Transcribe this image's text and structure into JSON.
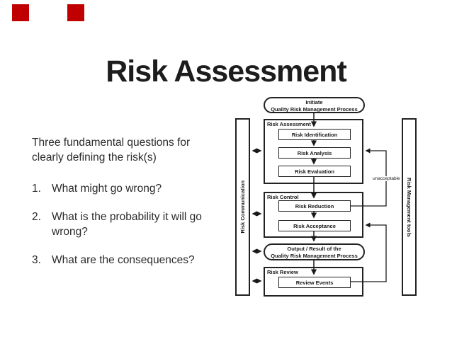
{
  "slide": {
    "title": "Risk Assessment",
    "intro": "Three fundamental questions for clearly defining the risk(s)",
    "questions": [
      {
        "num": "1.",
        "text": "What might go wrong?"
      },
      {
        "num": "2.",
        "text": "What is the probability it will go wrong?"
      },
      {
        "num": "3.",
        "text": "What are the consequences?"
      }
    ]
  },
  "decor": {
    "accent_square_color": "#c00000",
    "accent_square_count": 2
  },
  "diagram": {
    "initiate": {
      "line1": "Initiate",
      "line2": "Quality Risk Management Process"
    },
    "risk_assessment": {
      "label": "Risk Assessment",
      "steps": [
        "Risk Identification",
        "Risk Analysis",
        "Risk Evaluation"
      ]
    },
    "risk_control": {
      "label": "Risk Control",
      "steps": [
        "Risk Reduction",
        "Risk Acceptance"
      ]
    },
    "output": {
      "line1": "Output / Result of the",
      "line2": "Quality Risk Management Process"
    },
    "risk_review": {
      "label": "Risk Review",
      "steps": [
        "Review Events"
      ]
    },
    "left_bar": "Risk Communication",
    "right_bar": "Risk Management tools",
    "unacceptable": "unacceptable"
  }
}
